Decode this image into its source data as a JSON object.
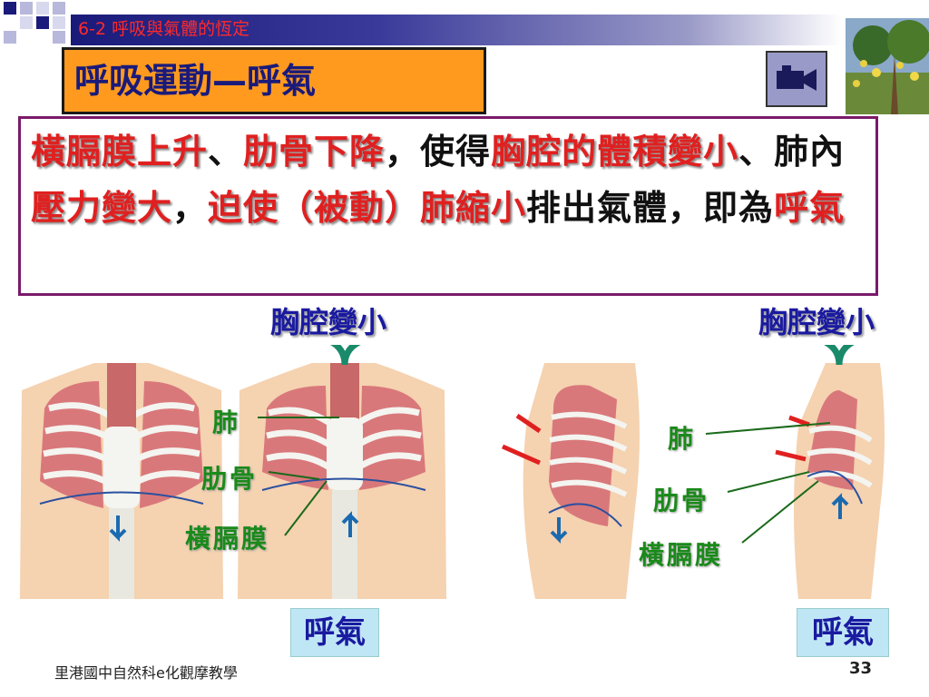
{
  "header": {
    "section": "6-2 呼吸與氣體的恆定",
    "title": "呼吸運動—呼氣"
  },
  "description": [
    {
      "text": "橫膈膜上升",
      "red": true
    },
    {
      "text": "、",
      "red": false
    },
    {
      "text": "肋骨下降",
      "red": true
    },
    {
      "text": "，使得",
      "red": false
    },
    {
      "text": "胸腔的體積變小",
      "red": true
    },
    {
      "text": "、肺內",
      "red": false
    },
    {
      "text": "壓力變大",
      "red": true
    },
    {
      "text": "，",
      "red": false
    },
    {
      "text": "迫使（被動）肺縮小",
      "red": true
    },
    {
      "text": "排出氣體，即為",
      "red": false
    },
    {
      "text": "呼氣",
      "red": true
    }
  ],
  "left_figure": {
    "top_label": "胸腔變小",
    "labels": {
      "lung": "肺",
      "rib": "肋骨",
      "diaphragm": "橫膈膜"
    },
    "bottom_label": "呼氣"
  },
  "right_figure": {
    "top_label": "胸腔變小",
    "labels": {
      "lung": "肺",
      "rib": "肋骨",
      "diaphragm": "橫膈膜"
    },
    "bottom_label": "呼氣"
  },
  "footer": {
    "school": "里港國中自然科e化觀摩教學",
    "page": "33"
  },
  "colors": {
    "accent_red": "#e02020",
    "title_bg": "#ff9a1e",
    "label_blue": "#1a1aa0",
    "label_green": "#1a8a1a",
    "border_purple": "#7a1a6a"
  },
  "icons": [
    "video-camera-icon"
  ]
}
